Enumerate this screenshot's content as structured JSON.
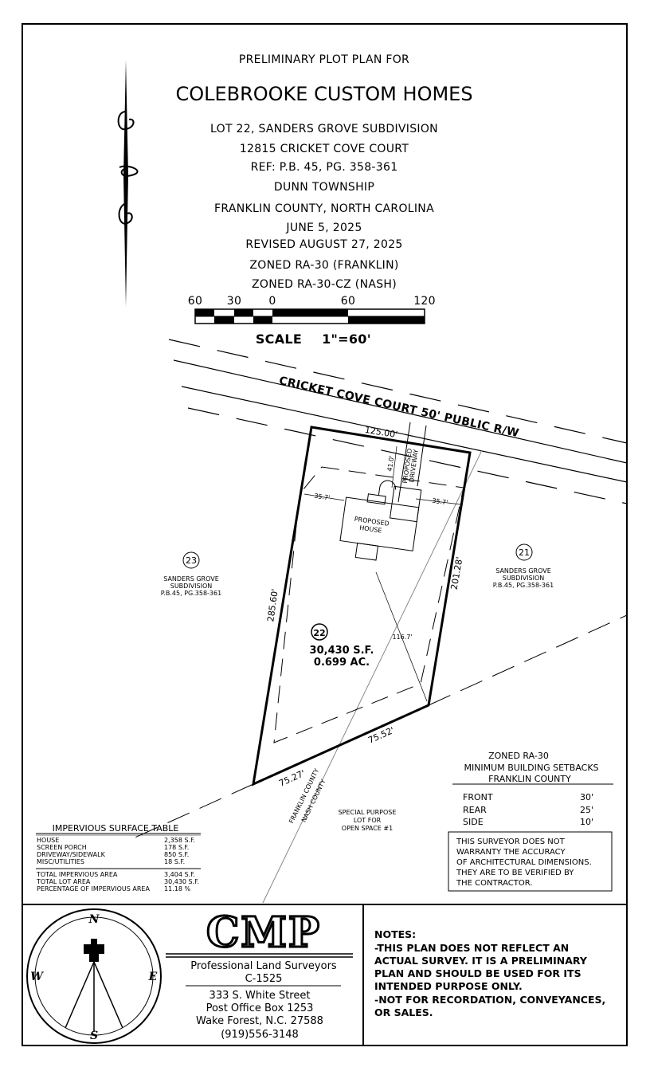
{
  "title": {
    "line1": "PRELIMINARY PLOT PLAN FOR",
    "company": "COLEBROOKE CUSTOM HOMES",
    "lot": "LOT 22, SANDERS GROVE SUBDIVISION",
    "address": "12815 CRICKET COVE COURT",
    "ref": "REF: P.B. 45, PG. 358-361",
    "township": "DUNN TOWNSHIP",
    "county": "FRANKLIN COUNTY, NORTH CAROLINA",
    "date": "JUNE 5, 2025",
    "revised": "REVISED AUGUST 27, 2025",
    "zoned1": "ZONED RA-30 (FRANKLIN)",
    "zoned2": "ZONED RA-30-CZ (NASH)"
  },
  "scale": {
    "ticks": [
      "60",
      "30",
      "0",
      "60",
      "120"
    ],
    "label": "SCALE",
    "value": "1\"=60'"
  },
  "plan": {
    "road": "CRICKET COVE COURT 50' PUBLIC R/W",
    "front": "125.00'",
    "left": "285.60'",
    "right": "201.28'",
    "rear1": "75.52'",
    "rear2": "75.27'",
    "setback_left": "35.7'",
    "setback_right": "35.7'",
    "front_setback": "41.0'",
    "driveway": [
      "PROPOSED",
      "DRIVEWAY"
    ],
    "house": [
      "PROPOSED",
      "HOUSE"
    ],
    "rear_dist": "116.7'",
    "lot_number": "22",
    "lot_area_sf": "30,430 S.F.",
    "lot_area_ac": "0.699 AC.",
    "county_line": [
      "FRANKLIN COUNTY",
      "NASH COUNTY"
    ],
    "open_space": [
      "SPECIAL PURPOSE",
      "LOT FOR",
      "OPEN SPACE #1"
    ],
    "adjacent_left": {
      "number": "23",
      "lines": [
        "SANDERS GROVE",
        "SUBDIVISION",
        "P.B.45, PG.358-361"
      ]
    },
    "adjacent_right": {
      "number": "21",
      "lines": [
        "SANDERS GROVE",
        "SUBDIVISION",
        "P.B.45, PG.358-361"
      ]
    }
  },
  "setbacks": {
    "title": [
      "ZONED RA-30",
      "MINIMUM BUILDING SETBACKS",
      "FRANKLIN COUNTY"
    ],
    "rows": [
      {
        "label": "FRONT",
        "value": "30'"
      },
      {
        "label": "REAR",
        "value": "25'"
      },
      {
        "label": "SIDE",
        "value": "10'"
      }
    ],
    "disclaimer": [
      "THIS SURVEYOR DOES NOT",
      "WARRANTY THE ACCURACY",
      "OF ARCHITECTURAL DIMENSIONS.",
      "THEY ARE TO BE VERIFIED BY",
      "THE CONTRACTOR."
    ]
  },
  "impervious": {
    "title": "IMPERVIOUS SURFACE TABLE",
    "rows": [
      {
        "label": "HOUSE",
        "value": "2,358 S.F."
      },
      {
        "label": "SCREEN PORCH",
        "value": "178 S.F."
      },
      {
        "label": "DRIVEWAY/SIDEWALK",
        "value": "850 S.F."
      },
      {
        "label": "MISC/UTILITIES",
        "value": "18 S.F."
      }
    ],
    "totals": [
      {
        "label": "TOTAL IMPERVIOUS AREA",
        "value": "3,404 S.F."
      },
      {
        "label": "TOTAL LOT AREA",
        "value": "30,430 S.F."
      },
      {
        "label": "PERCENTAGE OF IMPERVIOUS AREA",
        "value": "11.18 %"
      }
    ]
  },
  "firm": {
    "logo": "CMP",
    "name": "Professional Land Surveyors",
    "license": "C-1525",
    "address": [
      "333 S. White Street",
      "Post Office Box 1253",
      "Wake Forest, N.C. 27588",
      "(919)556-3148"
    ],
    "compass": [
      "N",
      "E",
      "S",
      "W"
    ]
  },
  "notes": {
    "lines": [
      "NOTES:",
      "-THIS PLAN DOES NOT REFLECT AN",
      "ACTUAL SURVEY. IT IS A PRELIMINARY",
      "PLAN AND SHOULD BE USED FOR ITS",
      "INTENDED PURPOSE ONLY.",
      "-NOT FOR RECORDATION, CONVEYANCES,",
      "OR SALES."
    ]
  }
}
